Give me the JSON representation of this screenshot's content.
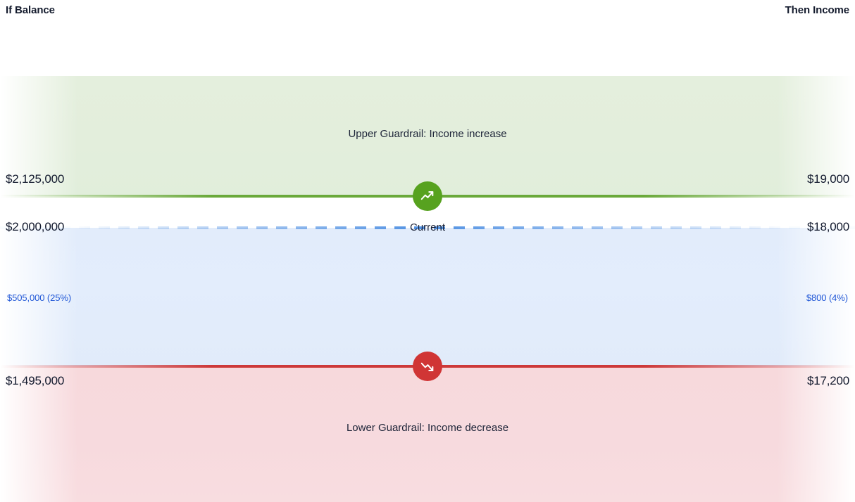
{
  "header": {
    "left_label": "If Balance",
    "right_label": "Then Income"
  },
  "chart_data": {
    "type": "bar",
    "title": "Guardrails: balance thresholds and resulting income",
    "xlabel": "If Balance",
    "ylabel": "Then Income",
    "categories": [
      "Upper Guardrail",
      "Current",
      "Lower Guardrail"
    ],
    "series": [
      {
        "name": "Balance",
        "values": [
          2125000,
          2000000,
          1495000
        ]
      },
      {
        "name": "Income",
        "values": [
          19000,
          18000,
          17200
        ]
      }
    ],
    "annotations": [
      {
        "label": "Upper Guardrail: Income increase",
        "balance": "$2,125,000",
        "income": "$19,000",
        "color": "#6aa93a"
      },
      {
        "label": "Current",
        "balance": "$2,000,000",
        "income": "$18,000",
        "color": "#4f90e2"
      },
      {
        "label": "Lower Guardrail: Income decrease",
        "balance": "$1,495,000",
        "income": "$17,200",
        "color": "#cd3939"
      }
    ],
    "deltas": {
      "balance": {
        "amount": 505000,
        "percent": 25
      },
      "income": {
        "amount": 800,
        "percent": 4
      }
    },
    "grid": false,
    "legend": "none"
  },
  "upper": {
    "caption": "Upper Guardrail: Income increase",
    "balance": "$2,125,000",
    "income": "$19,000",
    "icon": "trending-up-icon",
    "color": "#6aa93a"
  },
  "current": {
    "caption": "Current",
    "balance": "$2,000,000",
    "income": "$18,000",
    "color": "#4f90e2"
  },
  "lower": {
    "caption": "Lower Guardrail: Income decrease",
    "balance": "$1,495,000",
    "income": "$17,200",
    "icon": "trending-down-icon",
    "color": "#cd3939"
  },
  "delta": {
    "balance": "$505,000 (25%)",
    "income": "$800 (4%)",
    "color": "#1f56d6"
  }
}
